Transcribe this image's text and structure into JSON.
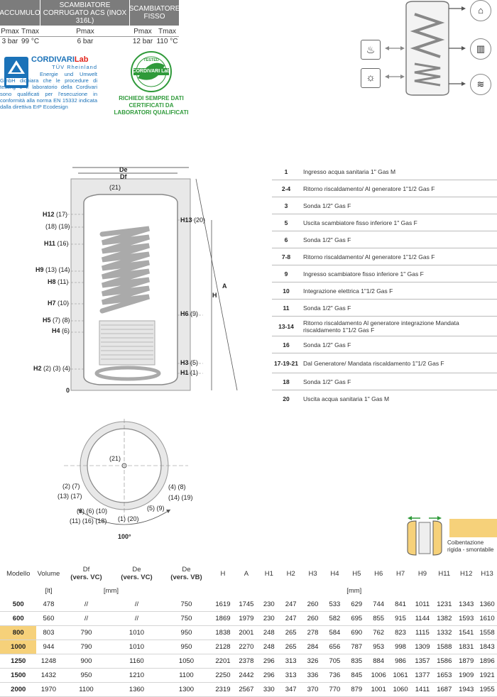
{
  "spec": {
    "headers": [
      "ACCUMULO",
      "SCAMBIATORE CORRUGATO ACS (INOX 316L)",
      "SCAMBIATORE FISSO"
    ],
    "row1": [
      "Pmax",
      "Tmax",
      "Pmax",
      "Pmax",
      "Tmax"
    ],
    "row2": [
      "3 bar",
      "99 °C",
      "6 bar",
      "12 bar",
      "110 °C"
    ]
  },
  "cert": {
    "brand": "CORDIVARI",
    "brand_suffix": "Lab",
    "tuv": "TÜV Rheinland",
    "text": "Energie und Umwelt GmbH dichiara che le procedure di testing e il laboratorio della Cordivari sono qualificati per l'esecuzione in conformità alla norma EN 15332 indicata dalla direttiva ErP Ecodesign",
    "badge_top": "TESTED",
    "badge_mid": "CORDIVARI Lab",
    "green_text": "RICHIEDI SEMPRE DATI CERTIFICATI DA LABORATORI QUALIFICATI"
  },
  "diagram": {
    "de": "De",
    "df": "Df",
    "top_ref": "(21)",
    "left_labels": [
      {
        "main": "H12",
        "sub": " (17)"
      },
      {
        "main": "",
        "sub": "(18) (19)"
      },
      {
        "main": "H11",
        "sub": " (16)"
      },
      {
        "main": "H9",
        "sub": " (13) (14)"
      },
      {
        "main": "H8",
        "sub": " (11)"
      },
      {
        "main": "H7",
        "sub": " (10)"
      },
      {
        "main": "H5",
        "sub": " (7) (8)"
      },
      {
        "main": "H4",
        "sub": " (6)"
      },
      {
        "main": "H2",
        "sub": " (2) (3) (4)"
      },
      {
        "main": "0",
        "sub": ""
      }
    ],
    "right_labels": [
      {
        "main": "H13",
        "sub": " (20)"
      },
      {
        "main": "H6",
        "sub": " (9)"
      },
      {
        "main": "H3",
        "sub": " (5)"
      },
      {
        "main": "H1",
        "sub": " (1)"
      }
    ],
    "h_label": "H",
    "a_label": "A",
    "plan_center": "(21)",
    "plan_labels": [
      "(2) (7)",
      "(13) (17)",
      "(3) (6) (10)",
      "(11) (16) (18)",
      "(1) (20)",
      "(5) (9)",
      "(4) (8)",
      "(14) (19)"
    ],
    "angle": "100°"
  },
  "legend": [
    {
      "num": "1",
      "desc": "Ingresso acqua sanitaria 1\" Gas M"
    },
    {
      "num": "2-4",
      "desc": "Ritorno riscaldamento/ Al generatore 1\"1/2 Gas F"
    },
    {
      "num": "3",
      "desc": "Sonda 1/2\" Gas F"
    },
    {
      "num": "5",
      "desc": "Uscita scambiatore fisso inferiore 1\" Gas F"
    },
    {
      "num": "6",
      "desc": "Sonda 1/2\" Gas F"
    },
    {
      "num": "7-8",
      "desc": "Ritorno riscaldamento/ Al generatore 1\"1/2 Gas F"
    },
    {
      "num": "9",
      "desc": "Ingresso scambiatore fisso inferiore  1\" Gas F"
    },
    {
      "num": "10",
      "desc": "Integrazione elettrica 1\"1/2 Gas F"
    },
    {
      "num": "11",
      "desc": "Sonda 1/2\" Gas F"
    },
    {
      "num": "13-14",
      "desc": "Ritorno riscaldamento Al generatore integrazione Mandata riscaldamento 1\"1/2 Gas F"
    },
    {
      "num": "16",
      "desc": "Sonda 1/2\" Gas F"
    },
    {
      "num": "17-19-21",
      "desc": "Dal Generatore/ Mandata riscaldamento 1\"1/2 Gas F"
    },
    {
      "num": "18",
      "desc": "Sonda 1/2\" Gas F"
    },
    {
      "num": "20",
      "desc": "Uscita acqua sanitaria 1\" Gas M"
    }
  ],
  "insulation": {
    "line1": "Coibentazione",
    "line2": "rigida - smontabile",
    "color": "#f6d17a"
  },
  "table": {
    "h_modello": "Modello",
    "h_volume": "Volume",
    "h_df": "Df",
    "h_df_sub": "(vers. VC)",
    "h_de": "De",
    "h_de_sub": "(vers. VC)",
    "h_devb": "De",
    "h_devb_sub": "(vers. VB)",
    "cols": [
      "H",
      "A",
      "H1",
      "H2",
      "H3",
      "H4",
      "H5",
      "H6",
      "H7",
      "H9",
      "H11",
      "H12",
      "H13"
    ],
    "unit_lt": "[lt]",
    "unit_mm": "[mm]",
    "rows": [
      {
        "model": "500",
        "hl": false,
        "vol": "478",
        "df": "//",
        "de": "//",
        "devb": "750",
        "v": [
          "1619",
          "1745",
          "230",
          "247",
          "260",
          "533",
          "629",
          "744",
          "841",
          "1011",
          "1231",
          "1343",
          "1360"
        ]
      },
      {
        "model": "600",
        "hl": false,
        "vol": "560",
        "df": "//",
        "de": "//",
        "devb": "750",
        "v": [
          "1869",
          "1979",
          "230",
          "247",
          "260",
          "582",
          "695",
          "855",
          "915",
          "1144",
          "1382",
          "1593",
          "1610"
        ]
      },
      {
        "model": "800",
        "hl": true,
        "vol": "803",
        "df": "790",
        "de": "1010",
        "devb": "950",
        "v": [
          "1838",
          "2001",
          "248",
          "265",
          "278",
          "584",
          "690",
          "762",
          "823",
          "1115",
          "1332",
          "1541",
          "1558"
        ]
      },
      {
        "model": "1000",
        "hl": true,
        "vol": "944",
        "df": "790",
        "de": "1010",
        "devb": "950",
        "v": [
          "2128",
          "2270",
          "248",
          "265",
          "284",
          "656",
          "787",
          "953",
          "998",
          "1309",
          "1588",
          "1831",
          "1843"
        ]
      },
      {
        "model": "1250",
        "hl": false,
        "vol": "1248",
        "df": "900",
        "de": "1160",
        "devb": "1050",
        "v": [
          "2201",
          "2378",
          "296",
          "313",
          "326",
          "705",
          "835",
          "884",
          "986",
          "1357",
          "1586",
          "1879",
          "1896"
        ]
      },
      {
        "model": "1500",
        "hl": false,
        "vol": "1432",
        "df": "950",
        "de": "1210",
        "devb": "1100",
        "v": [
          "2250",
          "2442",
          "296",
          "313",
          "336",
          "736",
          "845",
          "1006",
          "1061",
          "1377",
          "1653",
          "1909",
          "1921"
        ]
      },
      {
        "model": "2000",
        "hl": false,
        "vol": "1970",
        "df": "1100",
        "de": "1360",
        "devb": "1300",
        "v": [
          "2319",
          "2567",
          "330",
          "347",
          "370",
          "770",
          "879",
          "1001",
          "1060",
          "1411",
          "1687",
          "1943",
          "1955"
        ]
      }
    ]
  }
}
